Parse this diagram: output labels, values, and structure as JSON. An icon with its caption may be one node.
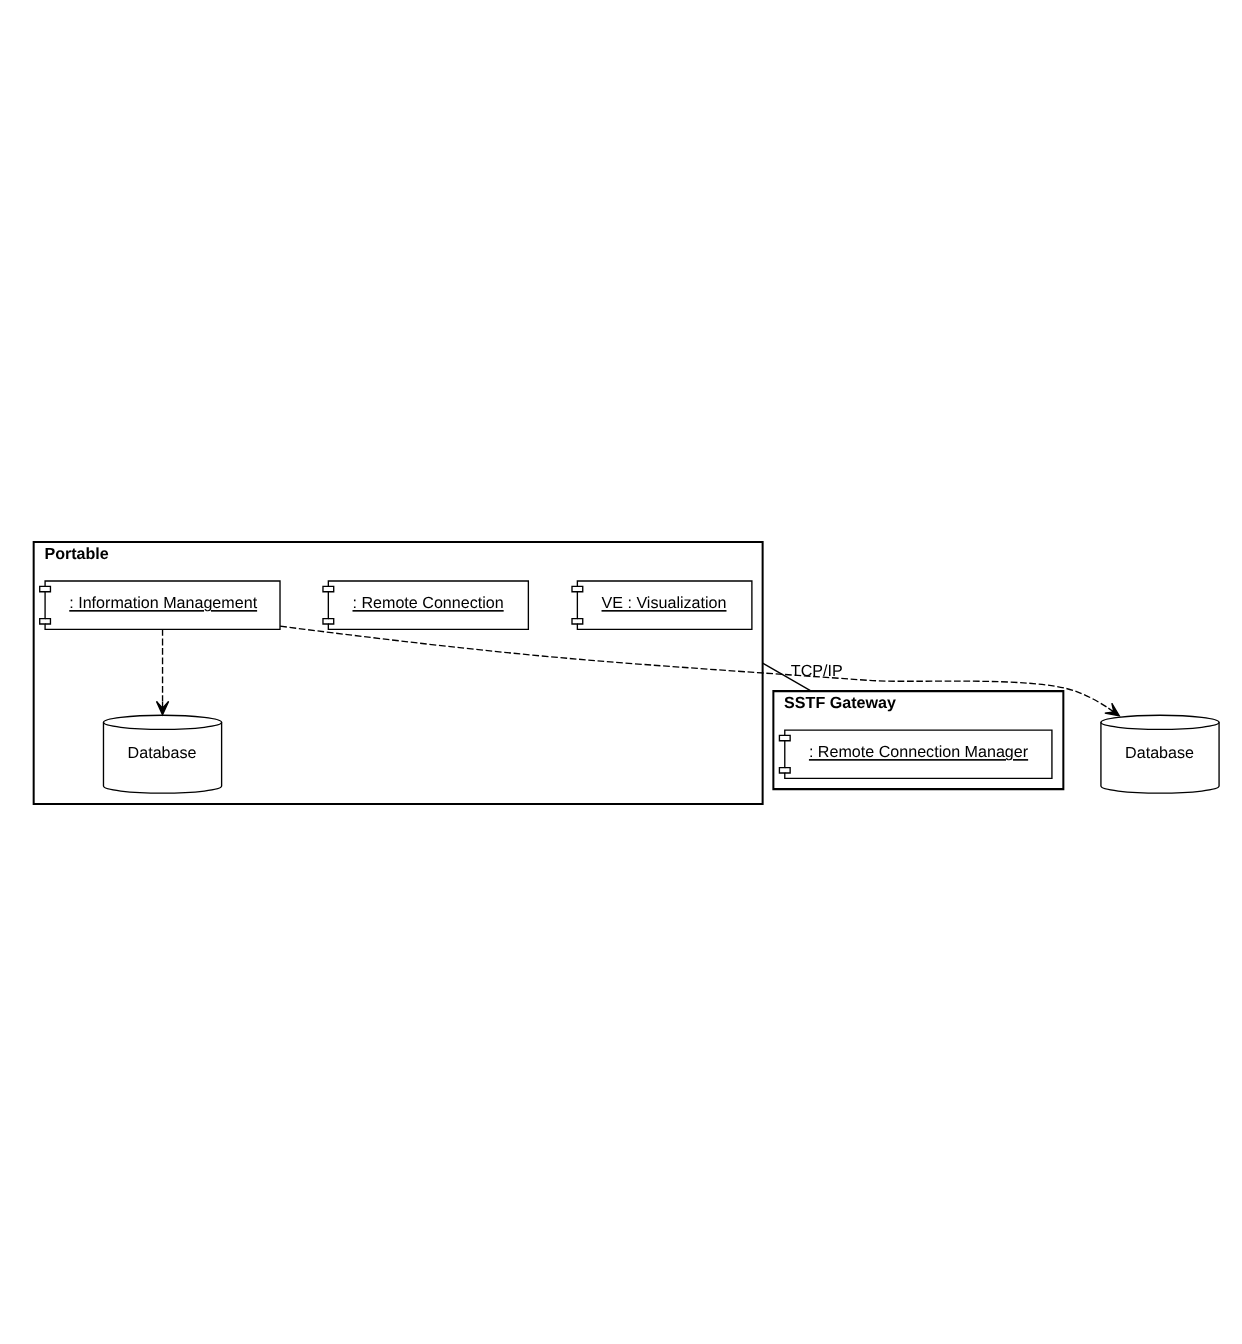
{
  "diagram": {
    "nodes": [
      {
        "text": [
          "Portable"
        ]
      },
      {
        "text": [
          "VE : Visualization"
        ],
        "in": 0
      },
      {
        "text": [
          ": Remote Connection"
        ],
        "in": 0
      },
      {
        "text": [
          "Database"
        ],
        "in": 0
      },
      {
        "text": [
          ": Information Management"
        ],
        "in": 0
      },
      {
        "text": [
          "Database"
        ]
      },
      {
        "text": [
          "SSTF Gateway"
        ]
      },
      {
        "text": [
          ": Remote Connection Manager"
        ],
        "in": 6
      }
    ],
    "edges": [
      {
        "from": 4,
        "to": 3,
        "arrow": "to",
        "style": "dashed"
      },
      {
        "from": 4,
        "to": 5,
        "arrow": "to",
        "style": "dashed"
      },
      {
        "from": 0,
        "to": 6,
        "arrow": "none",
        "label": "TCP/IP"
      }
    ]
  }
}
